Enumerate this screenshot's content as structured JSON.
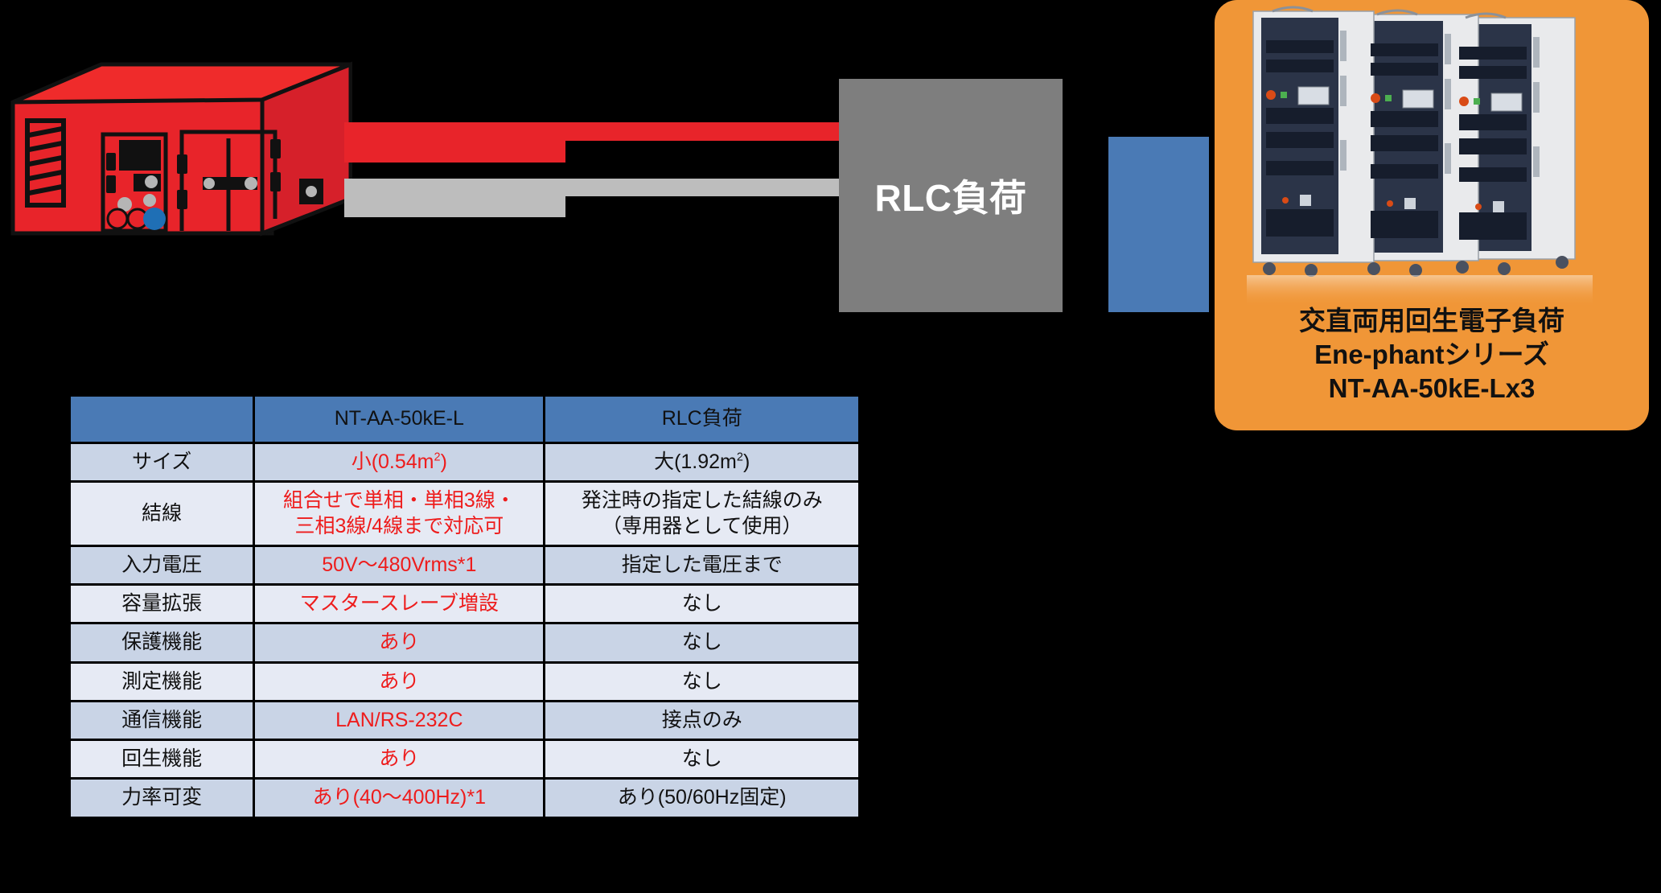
{
  "diagram": {
    "source_device": {
      "name": "red-power-supply-unit"
    },
    "rlc_box": {
      "label": "RLC負荷"
    },
    "product_panel": {
      "caption_line1": "交直両用回生電子負荷",
      "caption_line2": "Ene-phantシリーズ",
      "caption_line3": "NT-AA-50kE-Lx3",
      "accent_color": "#F09637"
    },
    "colors": {
      "cable_red": "#E8242A",
      "cable_gray": "#BDBDBD",
      "rlc_gray": "#7E7E7E",
      "header_blue": "#4A7AB5",
      "row_odd": "#C9D4E6",
      "row_even": "#E6EAF4",
      "highlight_red": "#EE1C1C"
    }
  },
  "table": {
    "headers": [
      "",
      "NT-AA-50kE-L",
      "RLC負荷"
    ],
    "rows": [
      {
        "label": "サイズ",
        "a": "小(0.54㎡)",
        "b": "大(1.92㎡)"
      },
      {
        "label": "結線",
        "a": "組合せで単相・単相3線・\n三相3線/4線まで対応可",
        "b": "発注時の指定した結線のみ\n（専用器として使用）"
      },
      {
        "label": "入力電圧",
        "a": "50V〜480Vrms*1",
        "b": "指定した電圧まで"
      },
      {
        "label": "容量拡張",
        "a": "マスタースレーブ増設",
        "b": "なし"
      },
      {
        "label": "保護機能",
        "a": "あり",
        "b": "なし"
      },
      {
        "label": "測定機能",
        "a": "あり",
        "b": "なし"
      },
      {
        "label": "通信機能",
        "a": "LAN/RS-232C",
        "b": "接点のみ"
      },
      {
        "label": "回生機能",
        "a": "あり",
        "b": "なし"
      },
      {
        "label": "力率可変",
        "a": "あり(40〜400Hz)*1",
        "b": "あり(50/60Hz固定)"
      }
    ]
  }
}
